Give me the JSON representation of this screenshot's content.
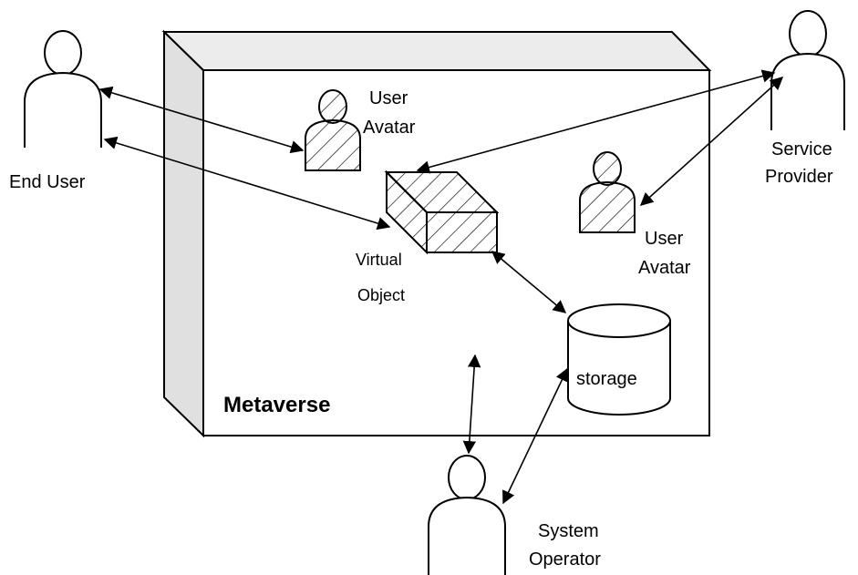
{
  "diagram": {
    "container_label": "Metaverse",
    "actors": {
      "end_user": "End User",
      "service_provider_line1": "Service",
      "service_provider_line2": "Provider",
      "system_operator_line1": "System",
      "system_operator_line2": "Operator"
    },
    "avatars": {
      "avatar1_line1": "User",
      "avatar1_line2": "Avatar",
      "avatar2_line1": "User",
      "avatar2_line2": "Avatar"
    },
    "virtual_object_line1": "Virtual",
    "virtual_object_line2": "Object",
    "storage_label": "storage"
  },
  "colors": {
    "stroke": "#000000",
    "box_side": "#e0e0e0",
    "box_top": "#ececec",
    "box_front": "#ffffff",
    "background": "#ffffff"
  }
}
